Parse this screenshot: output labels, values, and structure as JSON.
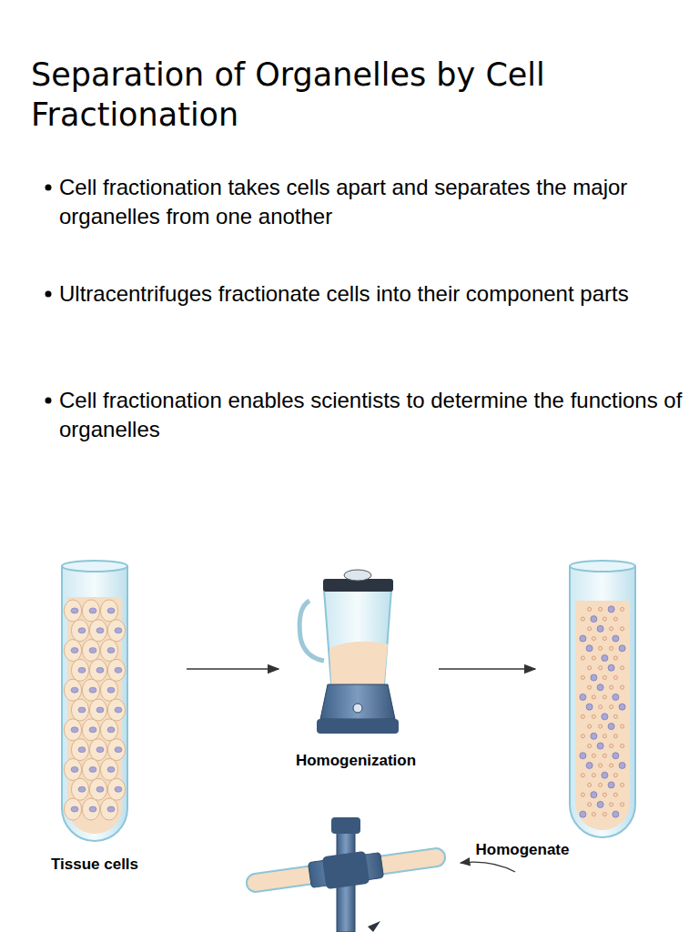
{
  "diagram": {
    "title": "Separation of Organelles by Cell Fractionation",
    "labels": [
      "Cell fractionation takes cells apart and separates the major organelles from one another",
      "Ultracentrifuges fractionate cells into their component parts",
      "Cell fractionation enables scientists to determine the functions of organelles",
      "Homogenization",
      "Tissue cells",
      "Homogenate"
    ]
  }
}
